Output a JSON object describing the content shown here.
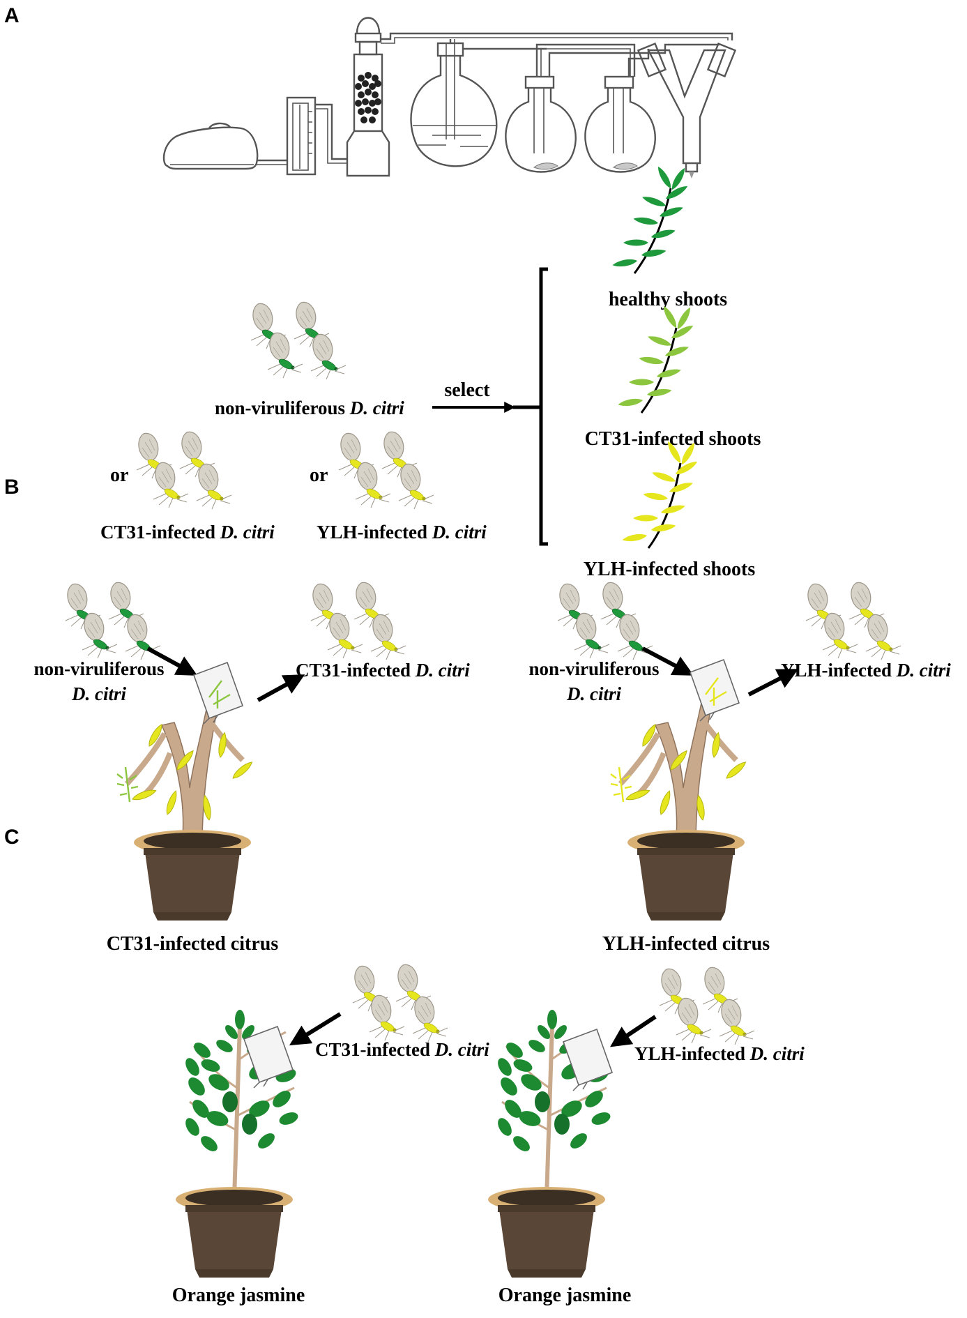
{
  "panels": {
    "a": "A",
    "b": "B",
    "c": "C"
  },
  "panel_a": {
    "shoots": {
      "healthy": "healthy shoots",
      "ct31": "CT31-infected shoots",
      "ylh": "YLH-infected shoots"
    },
    "nonvir_prefix": "non-viruliferous ",
    "dcitri": "D. citri",
    "select": "select",
    "or": "or",
    "ct31_prefix": "CT31-infected ",
    "ylh_prefix": "YLH-infected "
  },
  "panel_b": {
    "nonvir_line1": "non-viruliferous",
    "dcitri": "D. citri",
    "ct31_prefix": "CT31-infected ",
    "ylh_prefix": "YLH-infected ",
    "ct31_citrus": "CT31-infected citrus",
    "ylh_citrus": "YLH-infected citrus"
  },
  "panel_c": {
    "dcitri": "D. citri",
    "ct31_prefix": "CT31-infected ",
    "ylh_prefix": "YLH-infected ",
    "jasmine": "Orange jasmine"
  },
  "colors": {
    "healthy_green": "#1e9a3c",
    "ct31_green": "#8cc63f",
    "ylh_yellow": "#e6e61e",
    "pot_brown": "#5a4636",
    "pot_rim": "#d9b074",
    "trunk": "#c9a98c",
    "jasmine_leaf": "#1d8a32"
  },
  "icons": [
    "air-pump-icon",
    "flow-meter-icon",
    "charcoal-filter-icon",
    "flask-icon",
    "y-tube-icon",
    "psyllid-icon",
    "citrus-tree-icon",
    "jasmine-tree-icon",
    "cage-bag-icon"
  ]
}
